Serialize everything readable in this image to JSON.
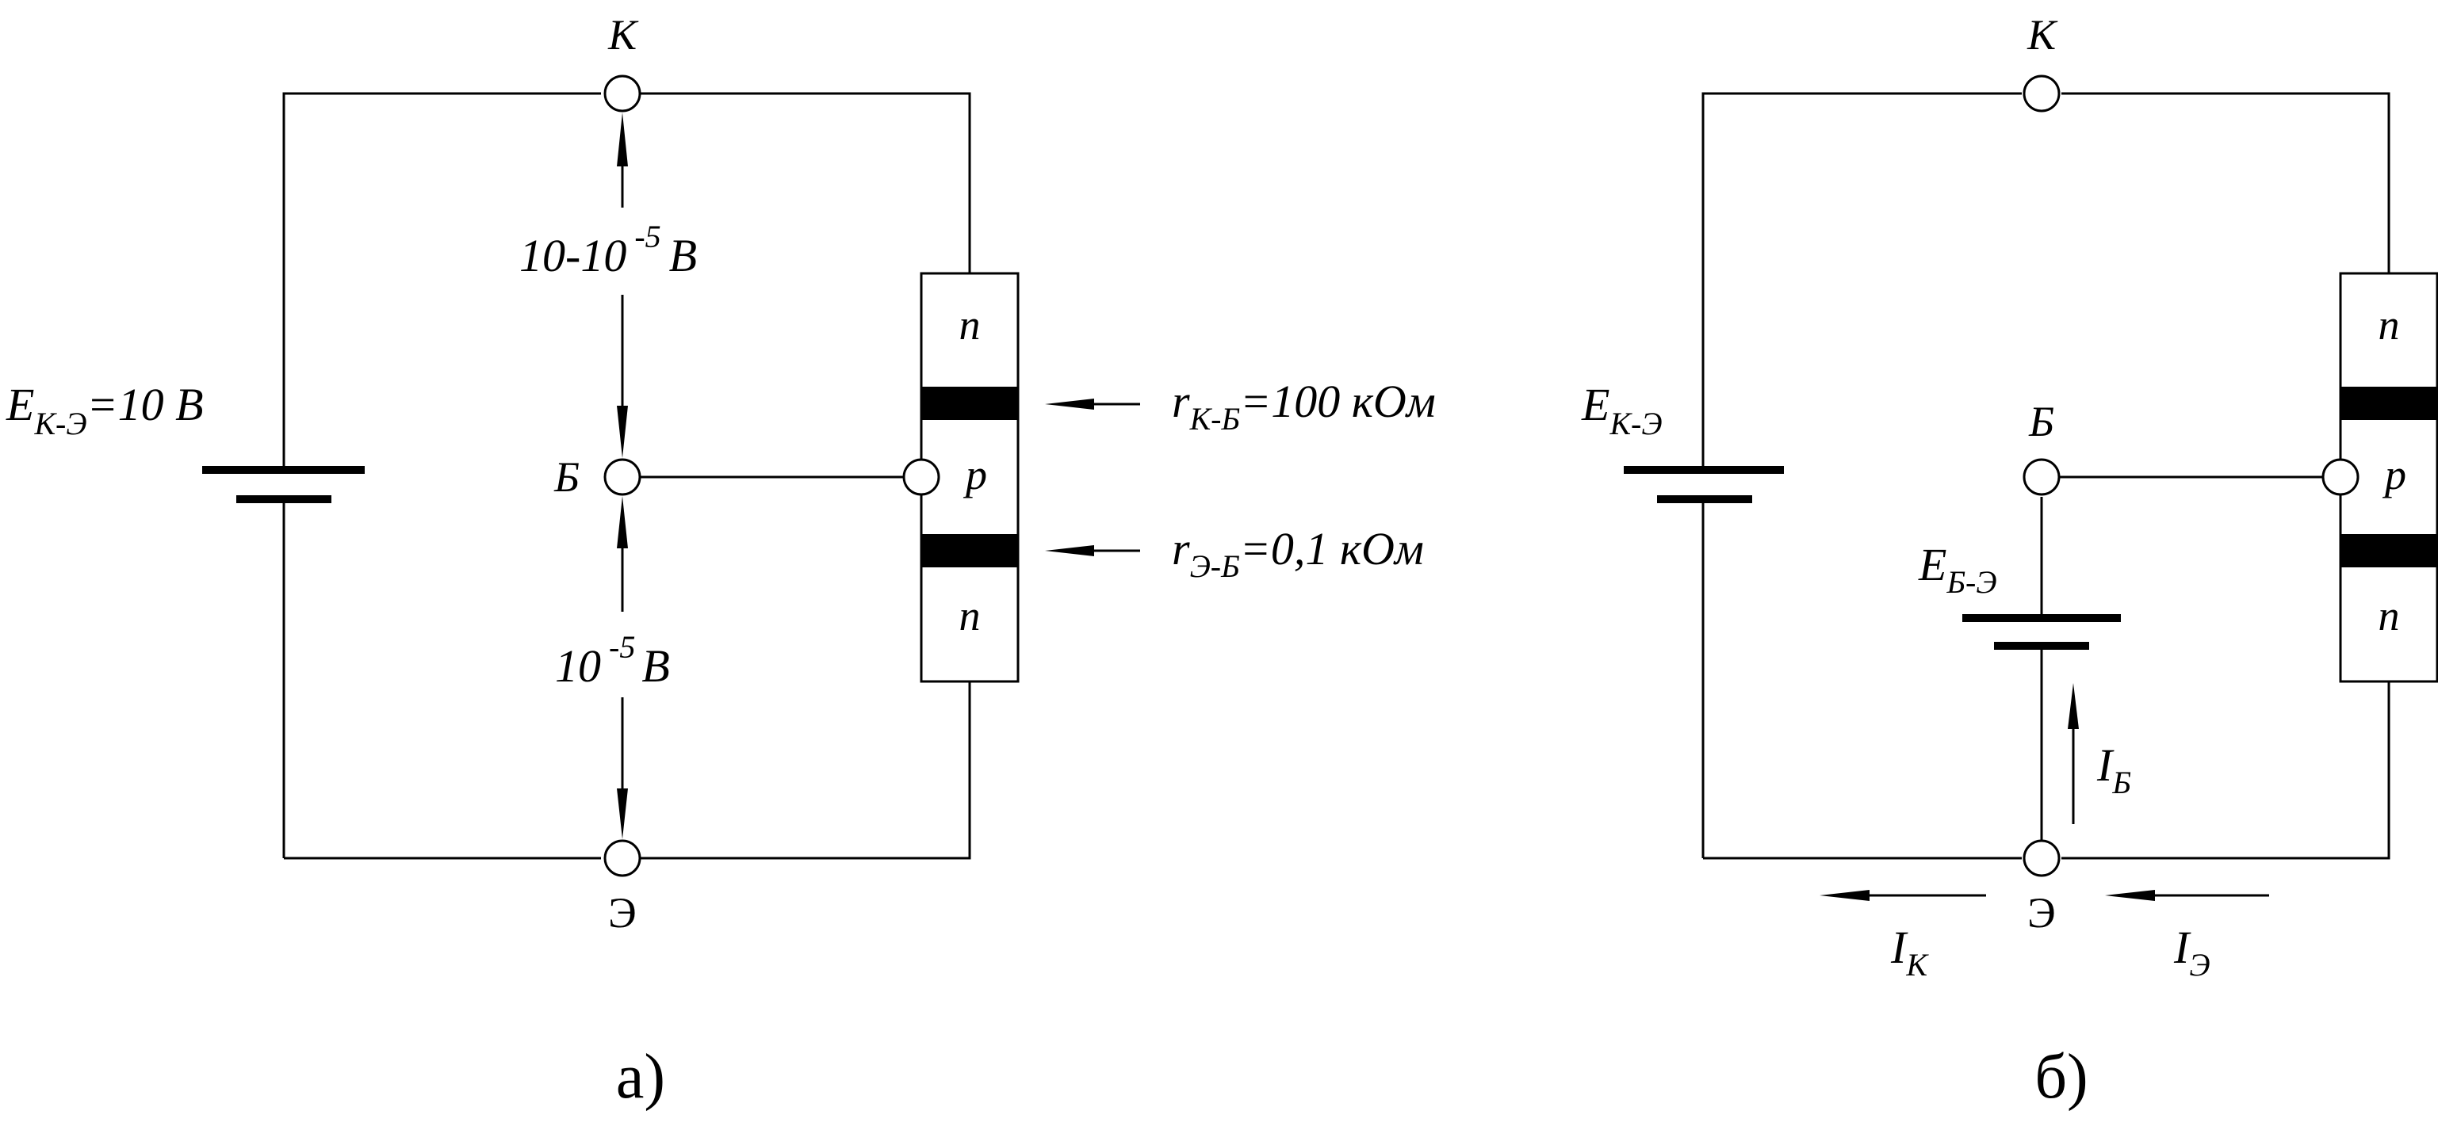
{
  "diagram_a": {
    "caption": "а)",
    "node_collector": "К",
    "node_base": "Б",
    "node_emitter": "Э",
    "battery": {
      "main": "E",
      "sub": "К-Э",
      "value": "=10 В"
    },
    "voltage_top": {
      "base": "10-10",
      "exp": "-5",
      "unit": "В"
    },
    "voltage_bottom": {
      "base": "10",
      "exp": "-5",
      "unit": "В"
    },
    "layer_top": "n",
    "layer_middle": "p",
    "layer_bottom": "n",
    "r_kb": {
      "main": "r",
      "sub": "К-Б",
      "value": "=100 кОм"
    },
    "r_eb": {
      "main": "r",
      "sub": "Э-Б",
      "value": "=0,1 кОм"
    }
  },
  "diagram_b": {
    "caption": "б)",
    "node_collector": "К",
    "node_base": "Б",
    "node_emitter": "Э",
    "battery_ke": {
      "main": "E",
      "sub": "К-Э"
    },
    "battery_be": {
      "main": "E",
      "sub": "Б-Э"
    },
    "layer_top": "n",
    "layer_middle": "p",
    "layer_bottom": "n",
    "current_base": {
      "main": "I",
      "sub": "Б"
    },
    "current_collector": {
      "main": "I",
      "sub": "К"
    },
    "current_emitter": {
      "main": "I",
      "sub": "Э"
    }
  }
}
